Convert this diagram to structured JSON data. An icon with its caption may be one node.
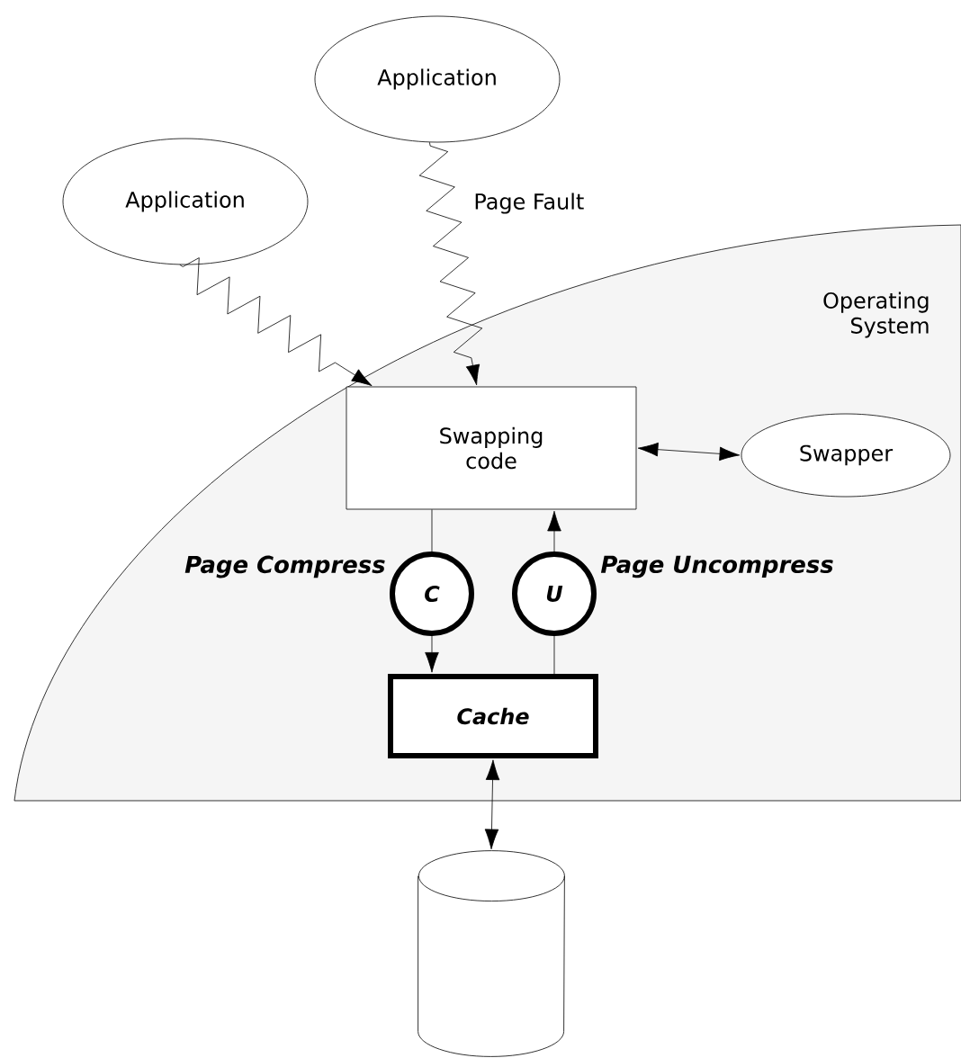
{
  "diagram": {
    "nodes": [
      {
        "text": [
          "Application"
        ]
      },
      {
        "text": [
          "Application"
        ]
      },
      {
        "text": [
          "Operating System"
        ]
      },
      {
        "text": [
          "Swapping code"
        ],
        "in": 2
      },
      {
        "text": [
          "Swapper"
        ],
        "in": 2
      },
      {
        "text": [
          "C"
        ],
        "in": 2,
        "beside": [
          "Page Compress"
        ]
      },
      {
        "text": [
          "U"
        ],
        "in": 2,
        "beside": [
          "Page Uncompress"
        ]
      },
      {
        "text": [
          "Cache"
        ],
        "in": 2
      },
      {
        "text": [],
        "shape": "cylinder"
      }
    ],
    "edges": [
      {
        "from": 0,
        "to": 3,
        "arrow": "to",
        "label": "Page Fault"
      },
      {
        "from": 1,
        "to": 3,
        "arrow": "to"
      },
      {
        "from": 3,
        "to": 4,
        "arrow": "both"
      },
      {
        "from": 3,
        "to": 5,
        "arrow": "none"
      },
      {
        "from": 5,
        "to": 7,
        "arrow": "to"
      },
      {
        "from": 7,
        "to": 6,
        "arrow": "none"
      },
      {
        "from": 6,
        "to": 3,
        "arrow": "to"
      },
      {
        "from": 7,
        "to": 8,
        "arrow": "both"
      }
    ]
  }
}
